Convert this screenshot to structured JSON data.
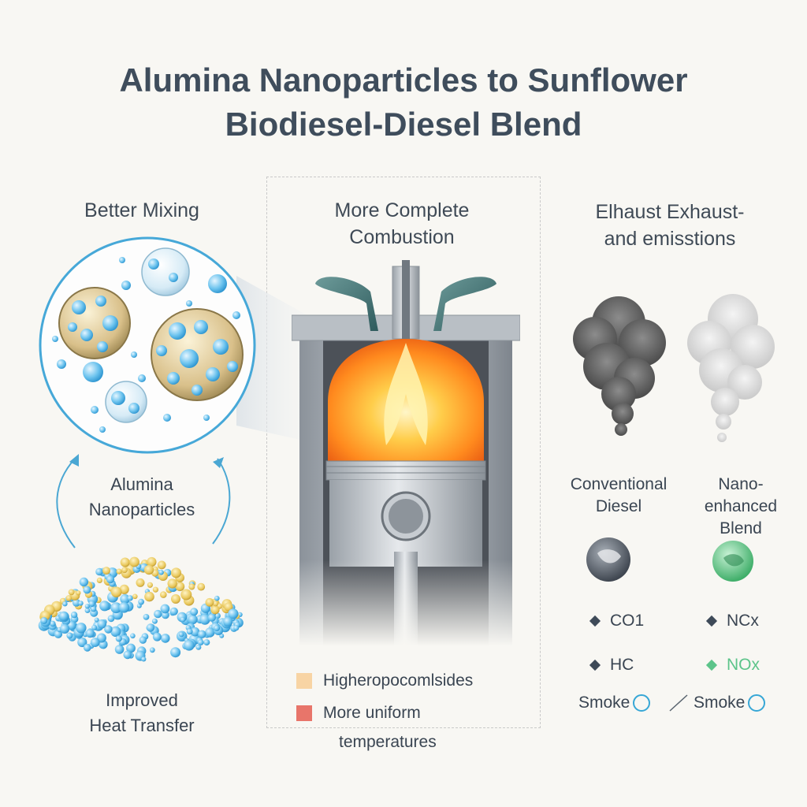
{
  "title": {
    "line1": "Alumina Nanoparticles to Sunflower",
    "line2": "Biodiesel-Diesel Blend"
  },
  "left": {
    "header": "Better Mixing",
    "nanoparticles_label_line1": "Alumina",
    "nanoparticles_label_line2": "Nanoparticles",
    "bottom_label_line1": "Improved",
    "bottom_label_line2": "Heat Transfer"
  },
  "center": {
    "header_line1": "More Complete",
    "header_line2": "Combustion",
    "legend": [
      {
        "label": "Higherорocomlsides",
        "color": "#f8d4a4"
      },
      {
        "label": "More uniform",
        "color": "#e8756a"
      }
    ],
    "legend_continuation": "temperatures"
  },
  "right": {
    "header_line1": "Elhaust Exhaust-",
    "header_line2": "and emisstions",
    "conventional_label_line1": "Conventional",
    "conventional_label_line2": "Diesel",
    "nano_label_line1": "Nano-",
    "nano_label_line2": "enhanced",
    "nano_label_line3": "Blend",
    "conventional_items": [
      "CO1",
      "HC"
    ],
    "nano_items": [
      "NCx",
      "NOx"
    ],
    "smoke_left": "Smoke",
    "smoke_right": "Smoke",
    "colors": {
      "dark_diamond": "#3e4a58",
      "green_diamond": "#5cc48a",
      "green_text": "#5cc48a"
    }
  }
}
